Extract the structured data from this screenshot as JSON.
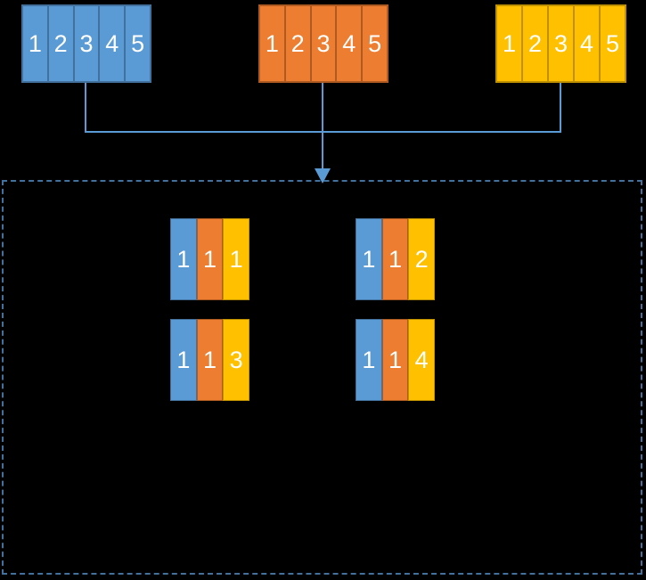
{
  "diagram": {
    "title": "Cartesian product / combination generation diagram",
    "background_color": "#000000",
    "colors": {
      "blue_fill": "#5B9BD5",
      "blue_edge": "#41719C",
      "orange_fill": "#ED7D31",
      "orange_edge": "#AE5A21",
      "yellow_fill": "#FFC000",
      "yellow_edge": "#BF9000",
      "connector": "#5B9BD5",
      "dashed_border": "#41719C",
      "text": "#FFFFFF"
    },
    "sources": [
      {
        "name": "blue-set",
        "color": "#5B9BD5",
        "values": [
          "1",
          "2",
          "3",
          "4",
          "5"
        ]
      },
      {
        "name": "orange-set",
        "color": "#ED7D31",
        "values": [
          "1",
          "2",
          "3",
          "4",
          "5"
        ]
      },
      {
        "name": "yellow-set",
        "color": "#FFC000",
        "values": [
          "1",
          "2",
          "3",
          "4",
          "5"
        ]
      }
    ],
    "results": [
      {
        "name": "combination-1",
        "cells": [
          {
            "color": "blue",
            "value": "1"
          },
          {
            "color": "orange",
            "value": "1"
          },
          {
            "color": "yellow",
            "value": "1"
          }
        ]
      },
      {
        "name": "combination-2",
        "cells": [
          {
            "color": "blue",
            "value": "1"
          },
          {
            "color": "orange",
            "value": "1"
          },
          {
            "color": "yellow",
            "value": "2"
          }
        ]
      },
      {
        "name": "combination-3",
        "cells": [
          {
            "color": "blue",
            "value": "1"
          },
          {
            "color": "orange",
            "value": "1"
          },
          {
            "color": "yellow",
            "value": "3"
          }
        ]
      },
      {
        "name": "combination-4",
        "cells": [
          {
            "color": "blue",
            "value": "1"
          },
          {
            "color": "orange",
            "value": "1"
          },
          {
            "color": "yellow",
            "value": "4"
          }
        ]
      }
    ]
  }
}
